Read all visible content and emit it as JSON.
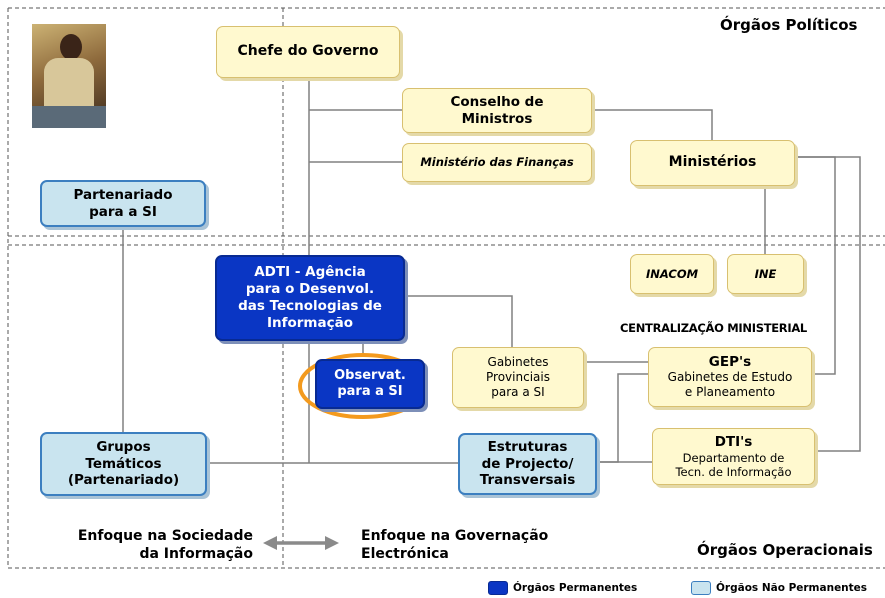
{
  "sections": {
    "political": "Órgãos Políticos",
    "operational": "Órgãos Operacionais",
    "centralizacao": "CENTRALIZAÇÃO MINISTERIAL"
  },
  "nodes": {
    "chefe": "Chefe do Governo",
    "conselho": [
      "Conselho de",
      "Ministros"
    ],
    "financas": "Ministério das Finanças",
    "ministerios": "Ministérios",
    "partenariado": [
      "Partenariado",
      "para a SI"
    ],
    "adti": [
      "ADTI - Agência",
      "para o Desenvol.",
      "das Tecnologias de",
      "Informação"
    ],
    "inacom": "INACOM",
    "ine": "INE",
    "observat": [
      "Observat.",
      "para a SI"
    ],
    "gabinetes": [
      "Gabinetes",
      "Provinciais",
      "para a SI"
    ],
    "gep_title": "GEP's",
    "gep_sub": [
      "Gabinetes de Estudo",
      "e Planeamento"
    ],
    "grupos": [
      "Grupos",
      "Temáticos",
      "(Partenariado)"
    ],
    "estruturas": [
      "Estruturas",
      "de Projecto/",
      "Transversais"
    ],
    "dti_title": "DTI's",
    "dti_sub": [
      "Departamento de",
      "Tecn. de Informação"
    ]
  },
  "focus": {
    "left": [
      "Enfoque na Sociedade",
      "da Informação"
    ],
    "right": [
      "Enfoque na Governação",
      "Electrónica"
    ]
  },
  "legend": {
    "permanent": "Órgãos Permanentes",
    "non_permanent": "Órgãos Não Permanentes"
  },
  "colors": {
    "permanent": "#0a36c4",
    "non_permanent": "#c9e4ef",
    "political": "#fff9cf",
    "highlight_ring": "#f39a1e"
  }
}
